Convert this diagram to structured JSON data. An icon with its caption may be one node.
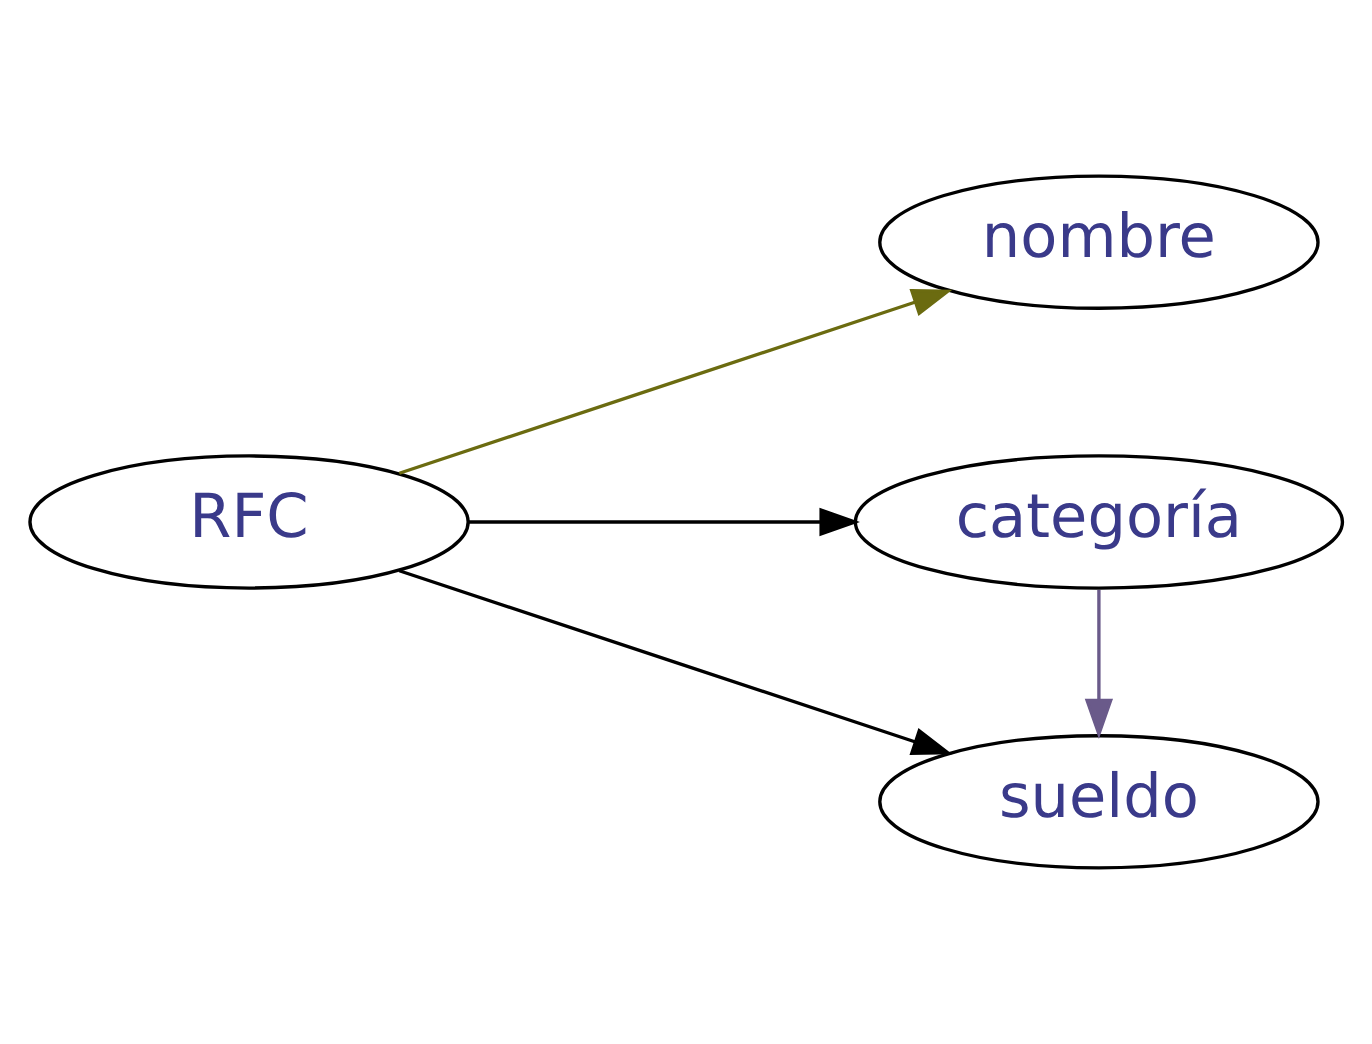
{
  "diagram": {
    "nodes": [
      {
        "text": [
          "RFC"
        ]
      },
      {
        "text": [
          "nombre"
        ]
      },
      {
        "text": [
          "categoría"
        ]
      },
      {
        "text": [
          "sueldo"
        ]
      }
    ],
    "edges": [
      {
        "from": 0,
        "to": 1,
        "arrow": "to",
        "color": "#6b6b10"
      },
      {
        "from": 0,
        "to": 2,
        "arrow": "to"
      },
      {
        "from": 0,
        "to": 3,
        "arrow": "to"
      },
      {
        "from": 2,
        "to": 3,
        "arrow": "to",
        "color": "#6a5a8a"
      }
    ]
  }
}
